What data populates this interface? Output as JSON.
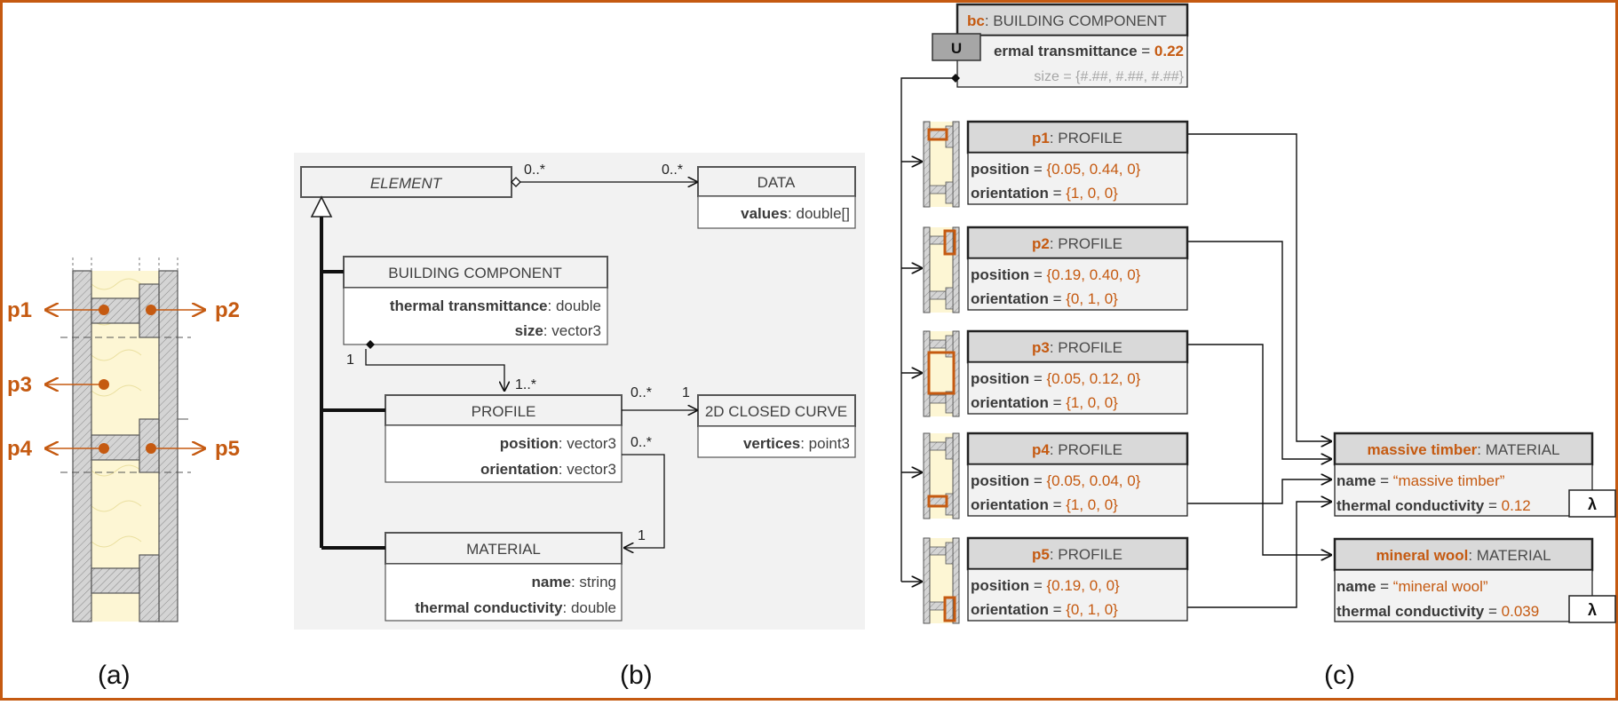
{
  "colors": {
    "accent": "#c55a11",
    "frame": "#c55a11",
    "panel_bg": "#f2f2f2",
    "header_bg": "#d9d9d9",
    "wool": "#fdf6d4",
    "timber": "#d0d0d0"
  },
  "panel_a": {
    "caption": "(a)",
    "labels": [
      "p1",
      "p2",
      "p3",
      "p4",
      "p5"
    ]
  },
  "panel_b": {
    "caption": "(b)",
    "element": {
      "name": "ELEMENT"
    },
    "data": {
      "name": "DATA",
      "attr_name": "values",
      "attr_type": ": double[]"
    },
    "building_component": {
      "name": "BUILDING COMPONENT",
      "attrs": [
        {
          "name": "thermal transmittance",
          "type": ": double"
        },
        {
          "name": "size",
          "type": ": vector3"
        }
      ]
    },
    "profile": {
      "name": "PROFILE",
      "attrs": [
        {
          "name": "position",
          "type": ": vector3"
        },
        {
          "name": "orientation",
          "type": ": vector3"
        }
      ]
    },
    "curve": {
      "name": "2D CLOSED CURVE",
      "attr_name": "vertices",
      "attr_type": ": point3"
    },
    "material": {
      "name": "MATERIAL",
      "attrs": [
        {
          "name": "name",
          "type": ": string"
        },
        {
          "name": "thermal conductivity",
          "type": ": double"
        }
      ]
    },
    "multiplicities": {
      "element_data_left": "0..*",
      "element_data_right": "0..*",
      "bc_one": "1",
      "bc_profile": "1..*",
      "profile_curve_left": "0..*",
      "profile_curve_right": "1",
      "profile_material_left": "0..*",
      "profile_material_right": "1"
    }
  },
  "panel_c": {
    "caption": "(c)",
    "bc": {
      "id": "bc",
      "cls": ": BUILDING COMPONENT",
      "u_badge": "U",
      "tt_name": "ermal transmittance",
      "tt_eq": " = ",
      "tt_value": "0.22",
      "size_text": "size = {#.##, #.##, #.##}"
    },
    "profiles": [
      {
        "id": "p1",
        "cls": ": PROFILE",
        "position": "{0.05, 0.44, 0}",
        "orientation": "{1, 0, 0}"
      },
      {
        "id": "p2",
        "cls": ": PROFILE",
        "position": "{0.19, 0.40, 0}",
        "orientation": "{0, 1, 0}"
      },
      {
        "id": "p3",
        "cls": ": PROFILE",
        "position": "{0.05, 0.12, 0}",
        "orientation": "{1, 0, 0}"
      },
      {
        "id": "p4",
        "cls": ": PROFILE",
        "position": "{0.05, 0.04, 0}",
        "orientation": "{1, 0, 0}"
      },
      {
        "id": "p5",
        "cls": ": PROFILE",
        "position": "{0.19, 0, 0}",
        "orientation": "{0, 1, 0}"
      }
    ],
    "attr_labels": {
      "position": "position",
      "orientation": "orientation",
      "eq": " = "
    },
    "materials": [
      {
        "id": "massive timber",
        "cls": ": MATERIAL",
        "name_value": "“massive timber”",
        "tc_value": "0.12",
        "lambda": "λ"
      },
      {
        "id": "mineral wool",
        "cls": ": MATERIAL",
        "name_value": "“mineral wool”",
        "tc_value": "0.039",
        "lambda": "λ"
      }
    ],
    "mat_labels": {
      "name": "name",
      "tc": "thermal conductivity",
      "eq": " = "
    }
  }
}
